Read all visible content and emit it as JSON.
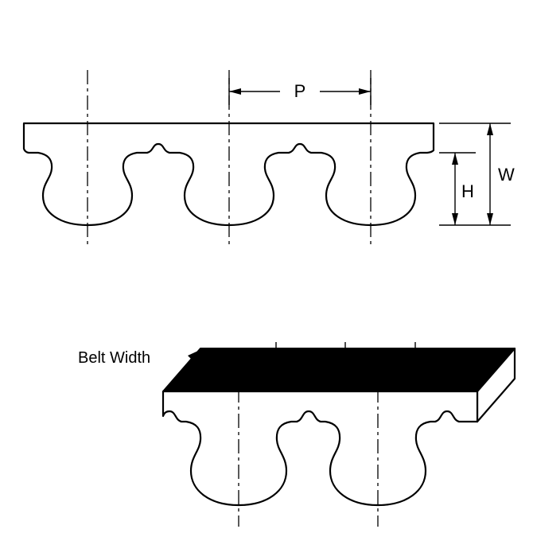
{
  "diagram": {
    "labels": {
      "pitch": "P",
      "overall_depth": "W",
      "tooth_height": "H",
      "belt_width": "Belt Width"
    },
    "colors": {
      "ink": "#000000",
      "background": "#ffffff",
      "belt_back_fill": "#000000",
      "profile_fill": "#ffffff"
    }
  }
}
